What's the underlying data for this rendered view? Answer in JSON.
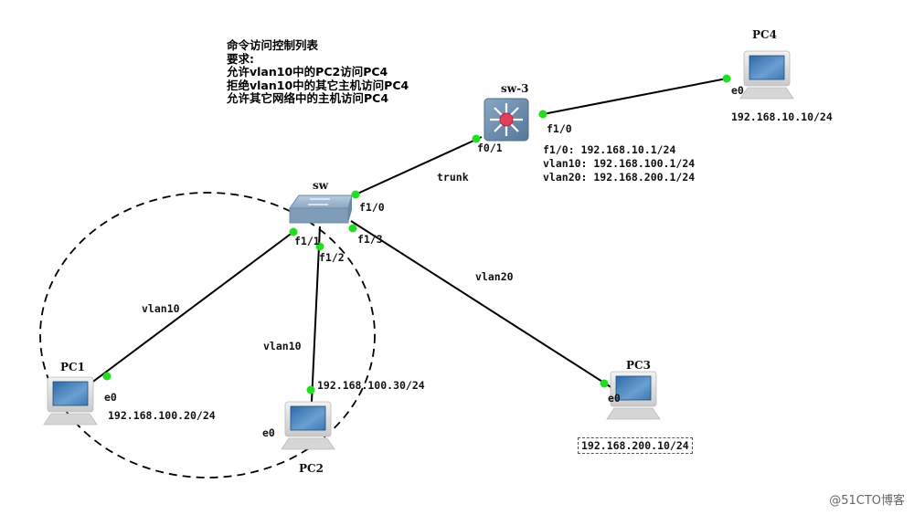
{
  "note": {
    "title": "命令访问控制列表",
    "lines": [
      "要求:",
      "允许vlan10中的PC2访问PC4",
      "拒绝vlan10中的其它主机访问PC4",
      "允许其它网络中的主机访问PC4"
    ]
  },
  "devices": {
    "sw3": {
      "name": "sw-3",
      "type": "multilayer-switch"
    },
    "sw": {
      "name": "sw",
      "type": "switch"
    },
    "pc1": {
      "name": "PC1",
      "iface": "e0",
      "ip": "192.168.100.20/24"
    },
    "pc2": {
      "name": "PC2",
      "iface": "e0",
      "ip": "192.168.100.30/24"
    },
    "pc3": {
      "name": "PC3",
      "iface": "e0",
      "ip": "192.168.200.10/24"
    },
    "pc4": {
      "name": "PC4",
      "iface": "e0",
      "ip": "192.168.10.10/24"
    }
  },
  "sw3_config": [
    "f1/0: 192.168.10.1/24",
    "vlan10: 192.168.100.1/24",
    "vlan20: 192.168.200.1/24"
  ],
  "ports": {
    "sw3_f10": "f1/0",
    "sw3_f01": "f0/1",
    "sw_f10": "f1/0",
    "sw_f11": "f1/1",
    "sw_f12": "f1/2",
    "sw_f13": "f1/3"
  },
  "links": {
    "trunk": "trunk",
    "pc1_vlan": "vlan10",
    "pc2_vlan": "vlan10",
    "pc3_vlan": "vlan20"
  },
  "colors": {
    "link": "#000000",
    "port_dot": "#22dd22",
    "sw3_core": "#e0405a",
    "switch_body": "#7f9cb8"
  },
  "watermark": "@51CTO博客"
}
